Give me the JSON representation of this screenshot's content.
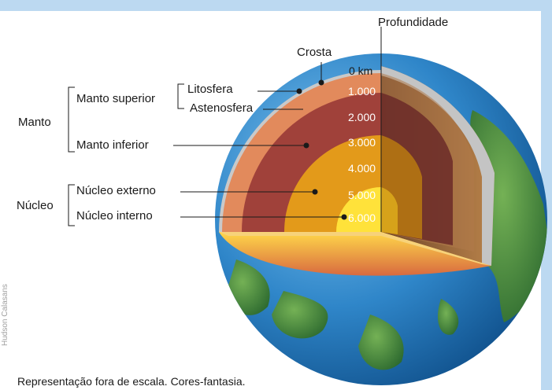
{
  "header": {
    "depth_title": "Profundidade",
    "crust": "Crosta"
  },
  "groups": {
    "mantle": "Manto",
    "core": "Núcleo"
  },
  "layers": {
    "upper_mantle": "Manto superior",
    "lithosphere": "Litosfera",
    "asthenosphere": "Astenosfera",
    "lower_mantle": "Manto inferior",
    "outer_core": "Núcleo externo",
    "inner_core": "Núcleo interno"
  },
  "depths": [
    "0 km",
    "1.000",
    "2.000",
    "3.000",
    "4.000",
    "5.000",
    "6.000"
  ],
  "footer": {
    "note": "Representação fora de escala. Cores-fantasia.",
    "credit": "Hudson Calasans"
  },
  "colors": {
    "ocean": "#2f86c9",
    "land": "#3e8a3a",
    "crust": "#c9a24a",
    "upper_mantle": "#e28a5c",
    "lower_mantle": "#a0413a",
    "outer_core": "#e39a1a",
    "inner_core": "#ffe23a",
    "cut_right": "#9b6a3a"
  }
}
